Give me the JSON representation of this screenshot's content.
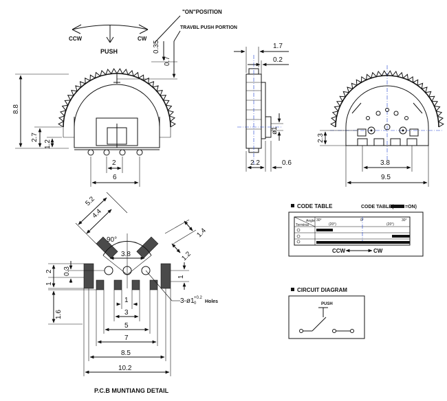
{
  "labels": {
    "on_position": "\"ON\"POSITION",
    "travel_push": "TRAVBL PUSH PORTION",
    "ccw": "CCW",
    "cw": "CW",
    "push": "PUSH",
    "code_table_title": "CODE TABLE",
    "code_table_legend_left": "CODE TABLE(",
    "code_table_legend_right": "=ON)",
    "angle": "Angle",
    "terminal": "Terminal",
    "deg_30l": "30°",
    "deg_0": "0°",
    "deg_30r": "30°",
    "deg_23l": "(20°)",
    "deg_23r": "(20°)",
    "ccw_cw": "CCW",
    "cw2": "CW",
    "circuit_title": "CIRCUIT DIAGRAM",
    "push_small": "PUSH",
    "pcb_title": "P.C.B MUNTIANG DETAIL",
    "holes": "3-ø1",
    "holes_tol_top": "+0.2",
    "holes_tol_bot": "0",
    "holes_word": "Holes"
  },
  "dims": {
    "d_035": "0.35",
    "d_07": "0.7",
    "d_88": "8.8",
    "d_27": "2.7",
    "d_12": "1.2",
    "d_2": "2",
    "d_6": "6",
    "d_17": "1.7",
    "d_02": "0.2",
    "d_phi1": "ø1",
    "d_22": "2.2",
    "d_06": "0.6",
    "d_23": "2.3",
    "d_38": "3.8",
    "d_95": "9.5",
    "p_52": "5.2",
    "p_44": "4.4",
    "p_90": "90°",
    "p_14": "1.4",
    "p_12": "1.2",
    "p_38": "3.8",
    "p_2": "2",
    "p_03": "0.3",
    "p_1l": "1",
    "p_1r": "1",
    "p_1c": "1",
    "p_16": "1.6",
    "p_3": "3",
    "p_5": "5",
    "p_7": "7",
    "p_85": "8.5",
    "p_102": "10.2"
  },
  "colors": {
    "centerline": "#1a3fd0"
  }
}
